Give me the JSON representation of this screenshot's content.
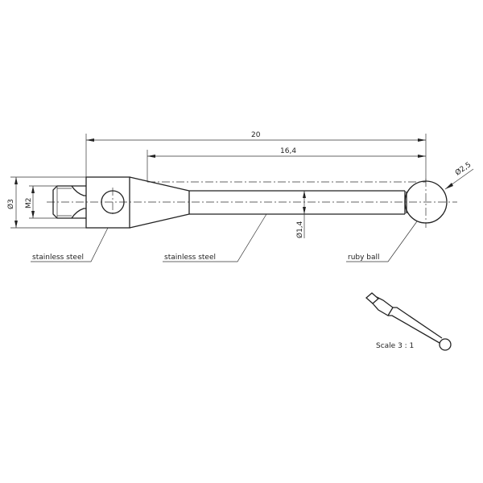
{
  "dimensions": {
    "overall_length": "20",
    "shaft_length": "16,4",
    "ball_diameter": "Ø2,5",
    "shaft_diameter": "Ø1,4",
    "body_diameter": "Ø3",
    "thread": "M2"
  },
  "labels": {
    "body_material": "stainless steel",
    "shaft_material": "stainless steel",
    "tip_material": "ruby ball"
  },
  "scale_label": "Scale 3 : 1"
}
